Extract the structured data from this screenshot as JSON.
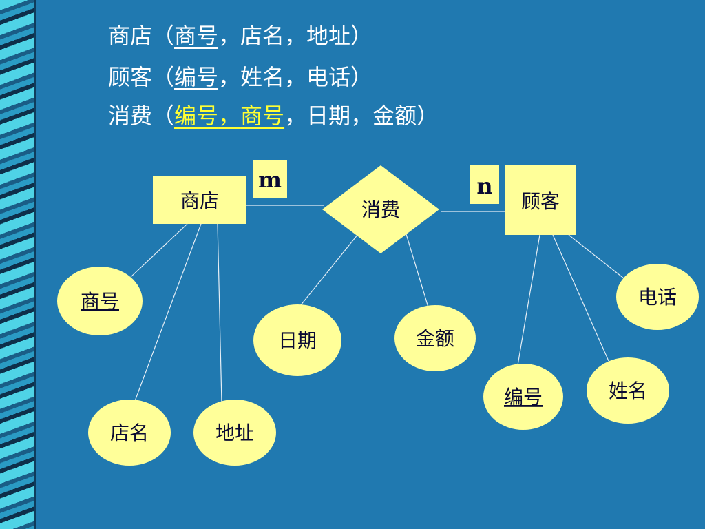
{
  "schema": {
    "line1": {
      "pre": "商店（",
      "key": "商号",
      "rest": "，店名，地址）"
    },
    "line2": {
      "pre": "顾客（",
      "key": "编号",
      "rest": "，姓名，电话）"
    },
    "line3": {
      "pre": "消费（",
      "k1": "编号",
      "sep": "，",
      "k2": "商号",
      "rest": "，日期，金额）"
    }
  },
  "diagram": {
    "entity_shop": "商店",
    "entity_customer": "顾客",
    "relationship": "消费",
    "card_shop": "m",
    "card_customer": "n",
    "attr_shop_id": "商号",
    "attr_shop_name": "店名",
    "attr_shop_addr": "地址",
    "attr_date": "日期",
    "attr_amount": "金额",
    "attr_cust_id": "编号",
    "attr_cust_name": "姓名",
    "attr_cust_phone": "电话"
  },
  "colors": {
    "background": "#2079b0",
    "shape_fill": "#ffff99",
    "highlight": "#ffff33"
  }
}
